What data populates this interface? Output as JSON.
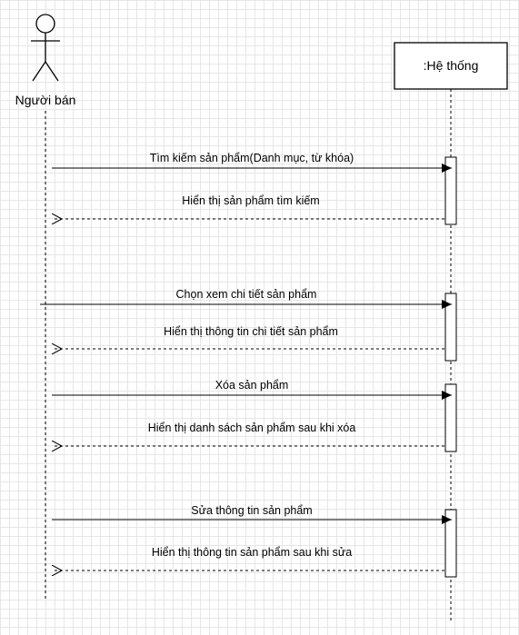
{
  "actor": {
    "name": "Người bán"
  },
  "system": {
    "name": ":Hệ thống"
  },
  "messages": [
    {
      "text": "Tìm kiếm sản phẩm(Danh mục, từ khóa)",
      "kind": "request"
    },
    {
      "text": "Hiển thị sản phẩm tìm kiếm",
      "kind": "response"
    },
    {
      "text": "Chọn xem chi tiết sản phẩm",
      "kind": "request"
    },
    {
      "text": "Hiển thị thông tin chi tiết sản phẩm",
      "kind": "response"
    },
    {
      "text": "Xóa sản phẩm",
      "kind": "request"
    },
    {
      "text": "Hiển thị danh sách sản phẩm sau khi xóa",
      "kind": "response"
    },
    {
      "text": "Sửa thông tin sản phẩm",
      "kind": "request"
    },
    {
      "text": "Hiển thị thông tin sản phẩm sau khi sửa",
      "kind": "response"
    }
  ]
}
